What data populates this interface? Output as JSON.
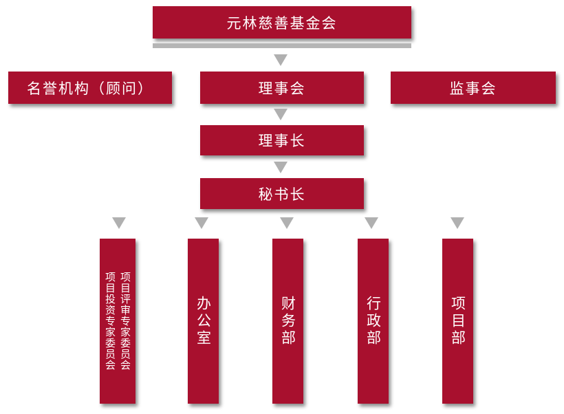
{
  "chart": {
    "root": "元林慈善基金会",
    "honorary": "名誉机构（顾问）",
    "council": "理事会",
    "supervisory": "监事会",
    "chairman": "理事长",
    "secretary_general": "秘书长",
    "departments": {
      "investment_committee": "项目投资专家委员会",
      "review_committee": "项目评审专家委员会",
      "office": "办公室",
      "finance": "财务部",
      "administration": "行政部",
      "projects": "项目部"
    }
  },
  "colors": {
    "box": "#a8102e",
    "arrow": "#b0b0b0",
    "text": "#ffffff"
  }
}
